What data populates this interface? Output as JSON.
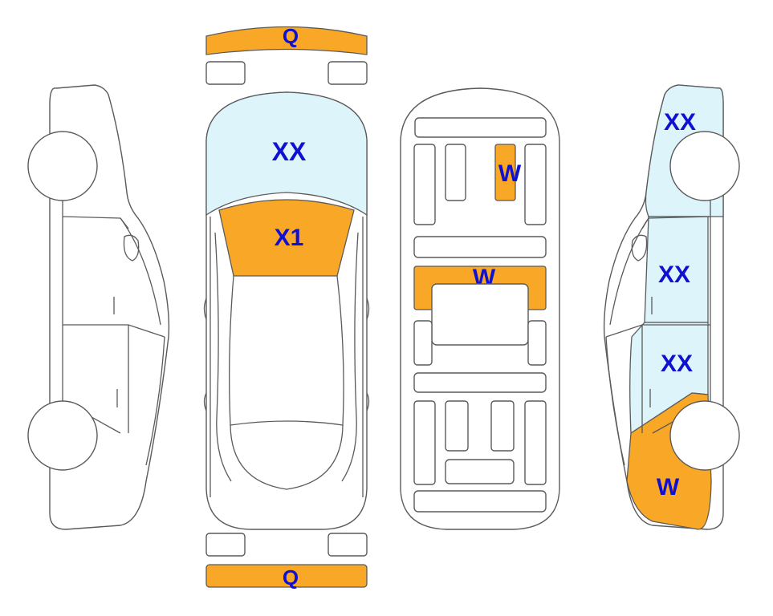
{
  "colors": {
    "repaint": "#f8a826",
    "glass_tint": "#ddf4fb",
    "code_text": "#1010d0",
    "outline": "#5a5a5a"
  },
  "labels": {
    "front_bumper": "Q",
    "windshield": "XX",
    "hood": "X1",
    "roof_panel": "W",
    "floor_panel": "W",
    "rear_bumper": "Q",
    "right_fender": "XX",
    "right_front_door": "XX",
    "right_rear_door": "XX",
    "right_quarter": "W"
  }
}
